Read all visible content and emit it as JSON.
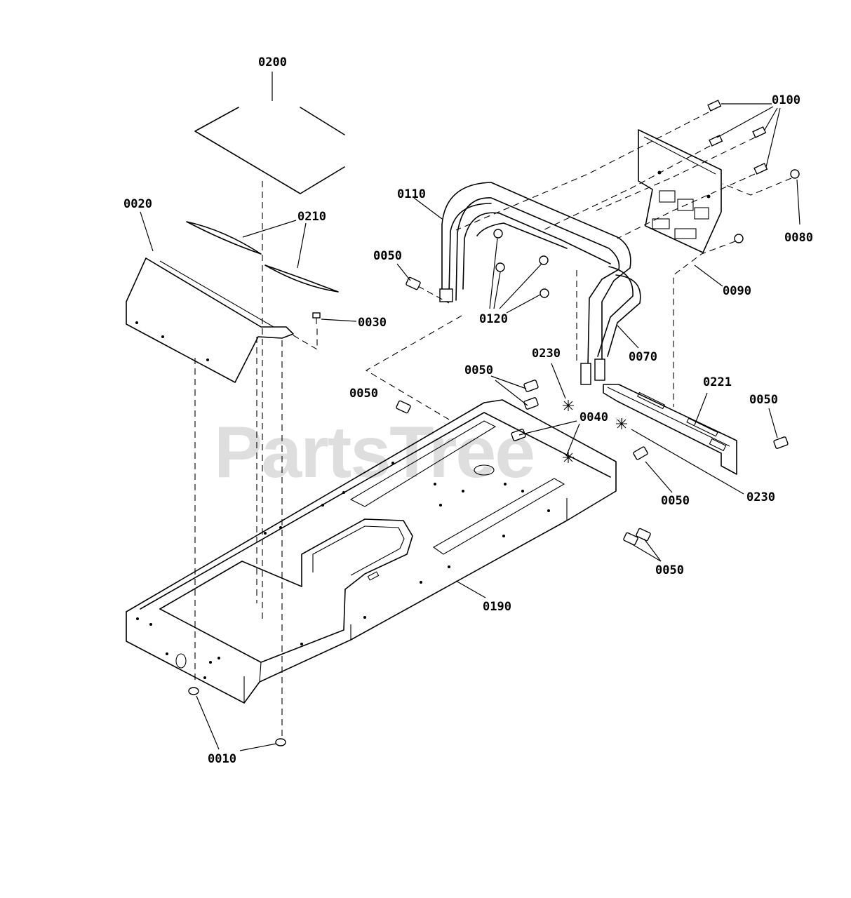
{
  "watermark": {
    "text": "PartsTree",
    "trademark": "TM"
  },
  "callouts": {
    "c0200": "0200",
    "c0020": "0020",
    "c0210": "0210",
    "c0030": "0030",
    "c0110": "0110",
    "c0050_a": "0050",
    "c0120": "0120",
    "c0100": "0100",
    "c0080": "0080",
    "c0090": "0090",
    "c0070": "0070",
    "c0230_a": "0230",
    "c0050_b": "0050",
    "c0050_c": "0050",
    "c0040": "0040",
    "c0221": "0221",
    "c0050_d": "0050",
    "c0050_e": "0050",
    "c0230_b": "0230",
    "c0050_f": "0050",
    "c0190": "0190",
    "c0010": "0010"
  }
}
